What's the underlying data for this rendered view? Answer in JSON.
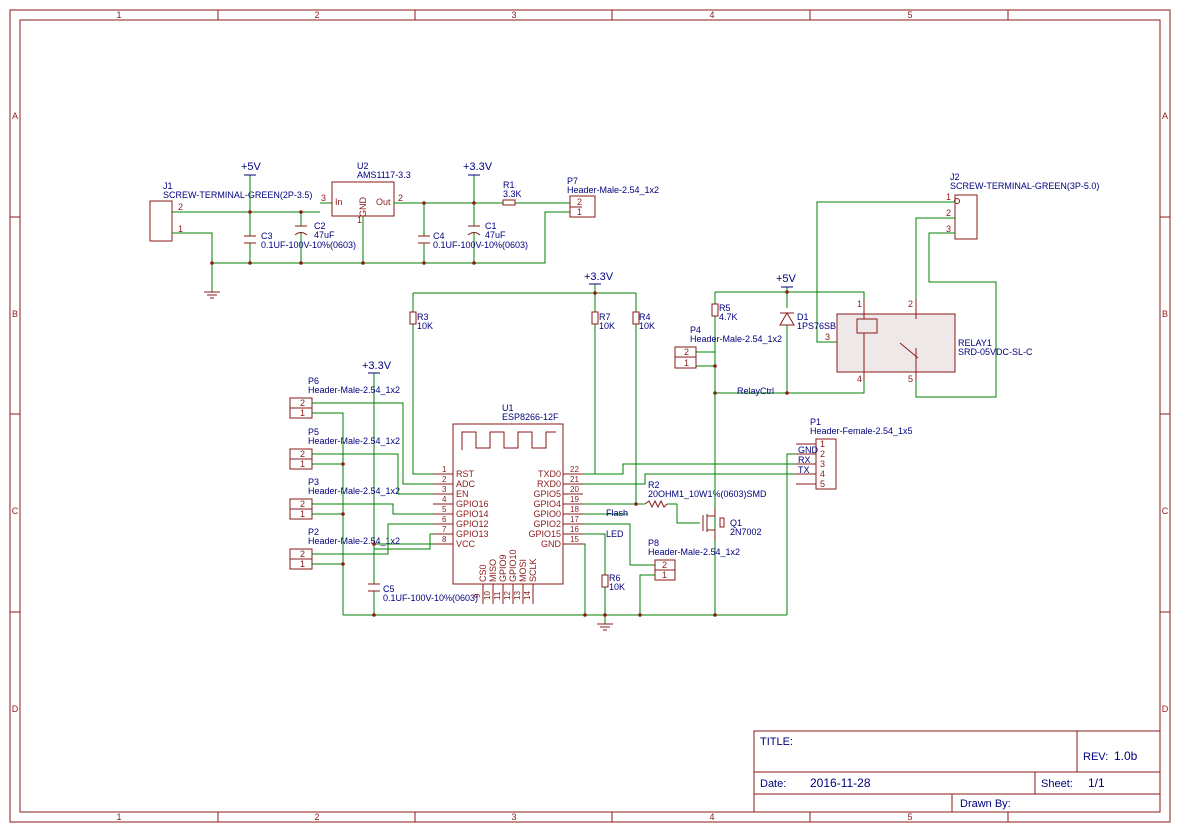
{
  "grid": {
    "columns": [
      "1",
      "2",
      "3",
      "4",
      "5"
    ],
    "rows": [
      "A",
      "B",
      "C",
      "D"
    ]
  },
  "power": {
    "p5v": "+5V",
    "p33v": "+3.3V"
  },
  "components": {
    "J1": {
      "ref": "J1",
      "value": "SCREW-TERMINAL-GREEN(2P-3.5)",
      "pins": [
        "2",
        "1"
      ]
    },
    "U2": {
      "ref": "U2",
      "value": "AMS1117-3.3",
      "in": "In",
      "out": "Out",
      "gnd": "GND",
      "pin_in": "3",
      "pin_out": "2",
      "pin_gnd": "1"
    },
    "C2": {
      "ref": "C2",
      "value": "47uF"
    },
    "C3": {
      "ref": "C3",
      "value": "0.1UF-100V-10%(0603)"
    },
    "C4": {
      "ref": "C4",
      "value": "0.1UF-100V-10%(0603)"
    },
    "C1": {
      "ref": "C1",
      "value": "47uF"
    },
    "R1": {
      "ref": "R1",
      "value": "3.3K"
    },
    "P7": {
      "ref": "P7",
      "value": "Header-Male-2.54_1x2",
      "pins": [
        "2",
        "1"
      ]
    },
    "J2": {
      "ref": "J2",
      "value": "SCREW-TERMINAL-GREEN(3P-5.0)",
      "pins": [
        "1",
        "2",
        "3"
      ]
    },
    "R3": {
      "ref": "R3",
      "value": "10K"
    },
    "R7": {
      "ref": "R7",
      "value": "10K"
    },
    "R4": {
      "ref": "R4",
      "value": "10K"
    },
    "R5": {
      "ref": "R5",
      "value": "4.7K"
    },
    "D1": {
      "ref": "D1",
      "value": "1PS76SB10"
    },
    "P4": {
      "ref": "P4",
      "value": "Header-Male-2.54_1x2",
      "pins": [
        "2",
        "1"
      ]
    },
    "RELAY1": {
      "ref": "RELAY1",
      "value": "SRD-05VDC-SL-C",
      "pins": [
        "1",
        "2",
        "3",
        "4",
        "5"
      ]
    },
    "P6": {
      "ref": "P6",
      "value": "Header-Male-2.54_1x2",
      "pins": [
        "2",
        "1"
      ]
    },
    "P5": {
      "ref": "P5",
      "value": "Header-Male-2.54_1x2",
      "pins": [
        "2",
        "1"
      ]
    },
    "P3": {
      "ref": "P3",
      "value": "Header-Male-2.54_1x2",
      "pins": [
        "2",
        "1"
      ]
    },
    "P2": {
      "ref": "P2",
      "value": "Header-Male-2.54_1x2",
      "pins": [
        "2",
        "1"
      ]
    },
    "U1": {
      "ref": "U1",
      "value": "ESP8266-12F",
      "left_pins": [
        {
          "num": "1",
          "name": "RST"
        },
        {
          "num": "2",
          "name": "ADC"
        },
        {
          "num": "3",
          "name": "EN"
        },
        {
          "num": "4",
          "name": "GPIO16"
        },
        {
          "num": "5",
          "name": "GPIO14"
        },
        {
          "num": "6",
          "name": "GPIO12"
        },
        {
          "num": "7",
          "name": "GPIO13"
        },
        {
          "num": "8",
          "name": "VCC"
        }
      ],
      "right_pins": [
        {
          "num": "22",
          "name": "TXD0"
        },
        {
          "num": "21",
          "name": "RXD0"
        },
        {
          "num": "20",
          "name": "GPIO5"
        },
        {
          "num": "19",
          "name": "GPIO4"
        },
        {
          "num": "18",
          "name": "GPIO0"
        },
        {
          "num": "17",
          "name": "GPIO2"
        },
        {
          "num": "16",
          "name": "GPIO15"
        },
        {
          "num": "15",
          "name": "GND"
        }
      ],
      "bottom_pins": [
        {
          "num": "9",
          "name": "CS0"
        },
        {
          "num": "10",
          "name": "MISO"
        },
        {
          "num": "11",
          "name": "GPIO9"
        },
        {
          "num": "12",
          "name": "GPIO10"
        },
        {
          "num": "13",
          "name": "MOSI"
        },
        {
          "num": "14",
          "name": "SCLK"
        }
      ]
    },
    "P1": {
      "ref": "P1",
      "value": "Header-Female-2.54_1x5",
      "pins": [
        "1",
        "2",
        "3",
        "4",
        "5"
      ]
    },
    "R2": {
      "ref": "R2",
      "value": "20OHM1_10W1%(0603)SMD"
    },
    "Q1": {
      "ref": "Q1",
      "value": "2N7002"
    },
    "P8": {
      "ref": "P8",
      "value": "Header-Male-2.54_1x2",
      "pins": [
        "2",
        "1"
      ]
    },
    "R6": {
      "ref": "R6",
      "value": "10K"
    },
    "C5": {
      "ref": "C5",
      "value": "0.1UF-100V-10%(0603)"
    }
  },
  "nets": {
    "gnd": "GND",
    "rx": "RX",
    "tx": "TX",
    "flash": "Flash",
    "led": "LED",
    "relayctrl": "RelayCtrl"
  },
  "title_block": {
    "title_label": "TITLE:",
    "title_value": "",
    "rev_label": "REV:",
    "rev_value": "1.0b",
    "date_label": "Date:",
    "date_value": "2016-11-28",
    "sheet_label": "Sheet:",
    "sheet_value": "1/1",
    "drawn_label": "Drawn By:",
    "drawn_value": ""
  },
  "colors": {
    "frame": "#8b1a1a",
    "wire": "#008000",
    "label": "#00007f",
    "body_fill": "#efe8e8"
  }
}
